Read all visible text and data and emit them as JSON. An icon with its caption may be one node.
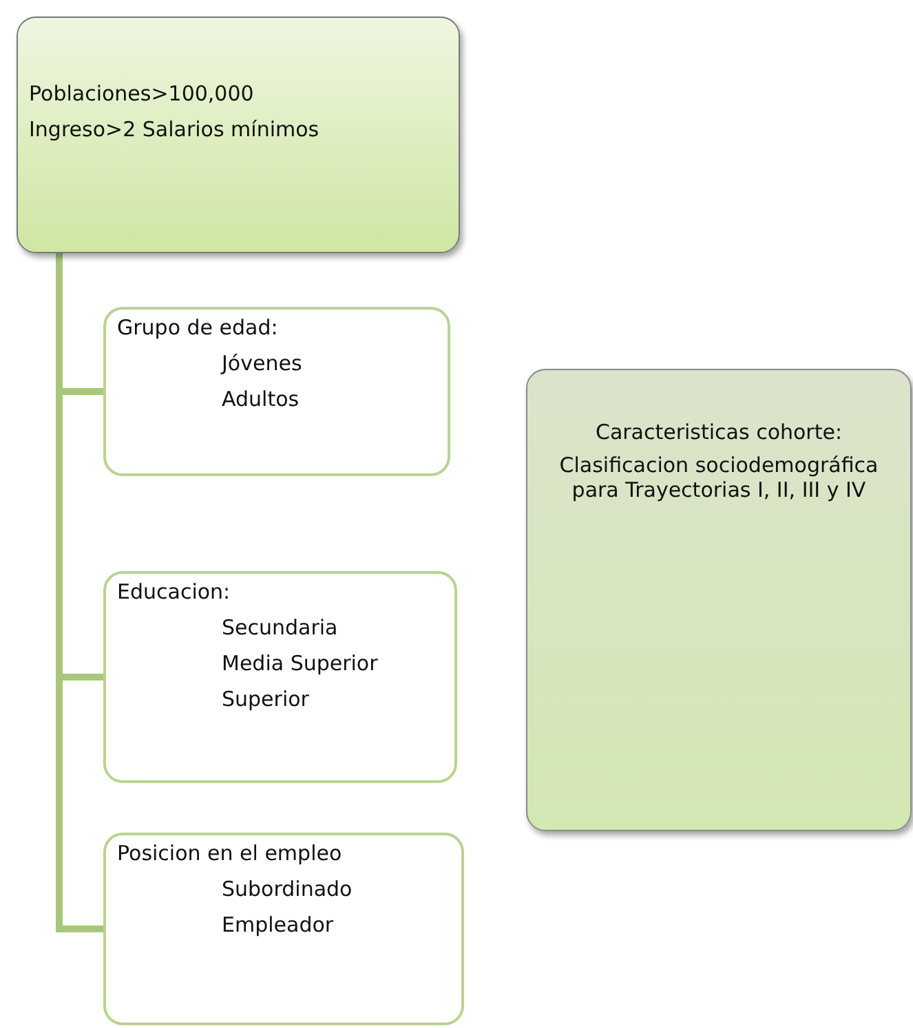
{
  "diagram": {
    "nodes": [
      {
        "text": [
          "Poblaciones>100,000",
          "Ingreso>2 Salarios mínimos"
        ]
      },
      {
        "text": [
          "Grupo de edad:",
          "Jóvenes",
          "Adultos"
        ]
      },
      {
        "text": [
          "Educacion:",
          "Secundaria",
          "Media Superior",
          "Superior"
        ]
      },
      {
        "text": [
          "Posicion en el empleo",
          "Subordinado",
          "Empleador"
        ]
      },
      {
        "text": [
          "Caracteristicas cohorte:",
          "Clasificacion sociodemográfica para Trayectorias I, II, III y IV"
        ]
      }
    ],
    "edges": [
      {
        "from": 0,
        "to": 1,
        "arrow": "none"
      },
      {
        "from": 0,
        "to": 2,
        "arrow": "none"
      },
      {
        "from": 0,
        "to": 3,
        "arrow": "none"
      }
    ]
  }
}
